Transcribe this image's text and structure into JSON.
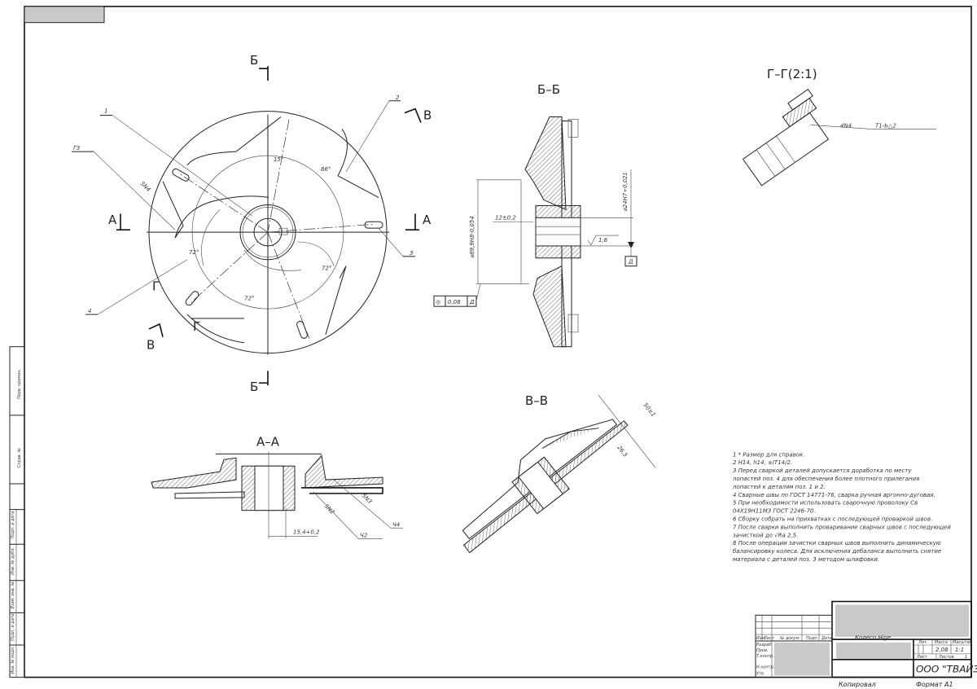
{
  "drawing": {
    "views": {
      "main": {
        "section_marks": {
          "b_top": "Б",
          "b_bottom": "Б",
          "a_left": "А",
          "a_right": "А",
          "v_top": "В",
          "v_bottom": "В",
          "g_1": "Г",
          "g_2": "Г"
        },
        "callouts": [
          "1",
          "2",
          "3",
          "4"
        ],
        "dims": {
          "angle_top": "15°",
          "angle_right": "86°",
          "angle_left": "72°",
          "angle_bottom": "72°",
          "angle_lower_right": "72°",
          "weld_left": "5N4",
          "flag_left": "Г3"
        }
      },
      "section_bb": {
        "title": "Б–Б",
        "dims": {
          "outer_dia": "⌀89,9H8-0,054",
          "bore_dia": "⌀24H7+0,021",
          "keyway": "12±0,2",
          "roughness": "1,6",
          "datum": "Д"
        },
        "tolerance_frame": {
          "symbol": "◎",
          "value": "0,08",
          "datum": "Д"
        }
      },
      "section_gg": {
        "title": "Г–Г(2:1)",
        "weld": "4N4",
        "weld_ref": "Т1-Ь△2"
      },
      "section_aa": {
        "title": "А–А",
        "dims": {
          "hub": "15,4+0,2",
          "weld1": "5N2",
          "weld2": "5N3",
          "flag1": "Ч2",
          "flag2": "Ч4"
        }
      },
      "section_vv": {
        "title": "В–В",
        "dims": {
          "length": "50±1",
          "width": "26,5"
        }
      }
    },
    "notes": [
      "1 * Размер для справок.",
      "2 Н14, h14, ±IT14/2.",
      "3 Перед сваркой деталей допускается доработка по месту",
      "лопастей поз. 4 для обеспечения более плотного прилегания",
      "лопастей к деталям поз. 1 и 2.",
      "4 Сварные швы по ГОСТ 14771-76, сварка ручная аргонно-дуговая.",
      "5 При необходимости использовать сварочную проволоку Св",
      "04Х19Н11М3 ГОСТ 2246-70.",
      "6 Сборку собрать на прихватках с последующей проваркой швов.",
      "7 После сварки выполнить проваривание сварных швов с последующей",
      "зачисткой до √Ra 2,5.",
      "8 После операции зачистки сварных швов выполнить динамическую",
      "балансировку колеса. Для исключения дебаланса выполнить снятие",
      "материала с деталей поз. 3 методом шлифовки."
    ],
    "title_block": {
      "part_name": "Колесо Hige",
      "headers": {
        "lit": "Лит.",
        "mass": "Масса",
        "scale": "Масштаб",
        "sheet": "Лист",
        "sheets": "Листов",
        "sheets_value": "1"
      },
      "mass": "2,08",
      "scale": "1:1",
      "company": "ООО \"ТВАЙЗ\"",
      "rev_headers": [
        "Изм.",
        "Лист",
        "№ докум.",
        "Подп.",
        "Дата"
      ],
      "roles": [
        "Разраб.",
        "Пров.",
        "Т.контр.",
        "Н.контр.",
        "Утв."
      ],
      "copied": "Копировал",
      "format": "Формат A1"
    },
    "side_stamp": [
      "Перв. примен.",
      "Справ. №",
      "Подп. и дата",
      "Инв. № дубл.",
      "Взам. инв. №",
      "Подп. и дата",
      "Инв. № подл."
    ]
  }
}
